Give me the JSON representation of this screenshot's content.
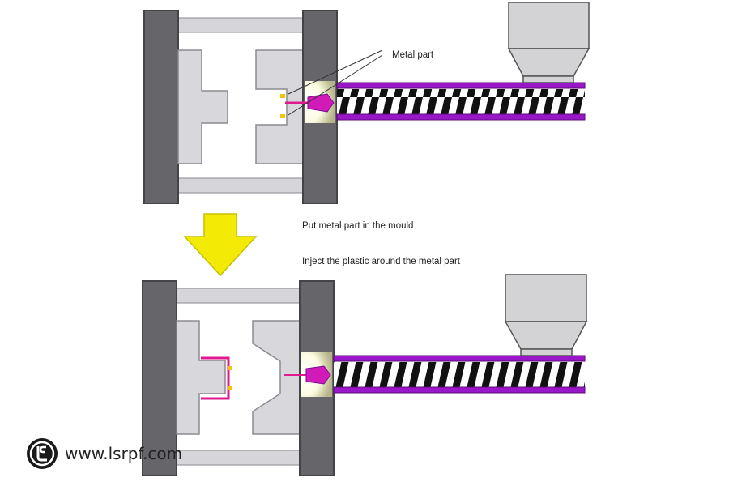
{
  "labels": {
    "metal_part": "Metal part",
    "step1": "Put metal part in the mould",
    "step2": "Inject the plastic around the metal part"
  },
  "watermark": {
    "text": "www.lsrpf.com",
    "logo_icon": "lsrpf-logo-icon"
  },
  "colors": {
    "platen": "#66666a",
    "platen_edge": "#444448",
    "tie_bar": "#d6d6da",
    "mould": "#d8d8dc",
    "barrel": "#9a16c9",
    "screw_stripe": "#111111",
    "hopper": "#d3d3d6",
    "metal_insert": "#e0198f",
    "metal_pin": "#f2c40c",
    "arrow": "#f3ea05",
    "glow": "#f4f1a8"
  }
}
